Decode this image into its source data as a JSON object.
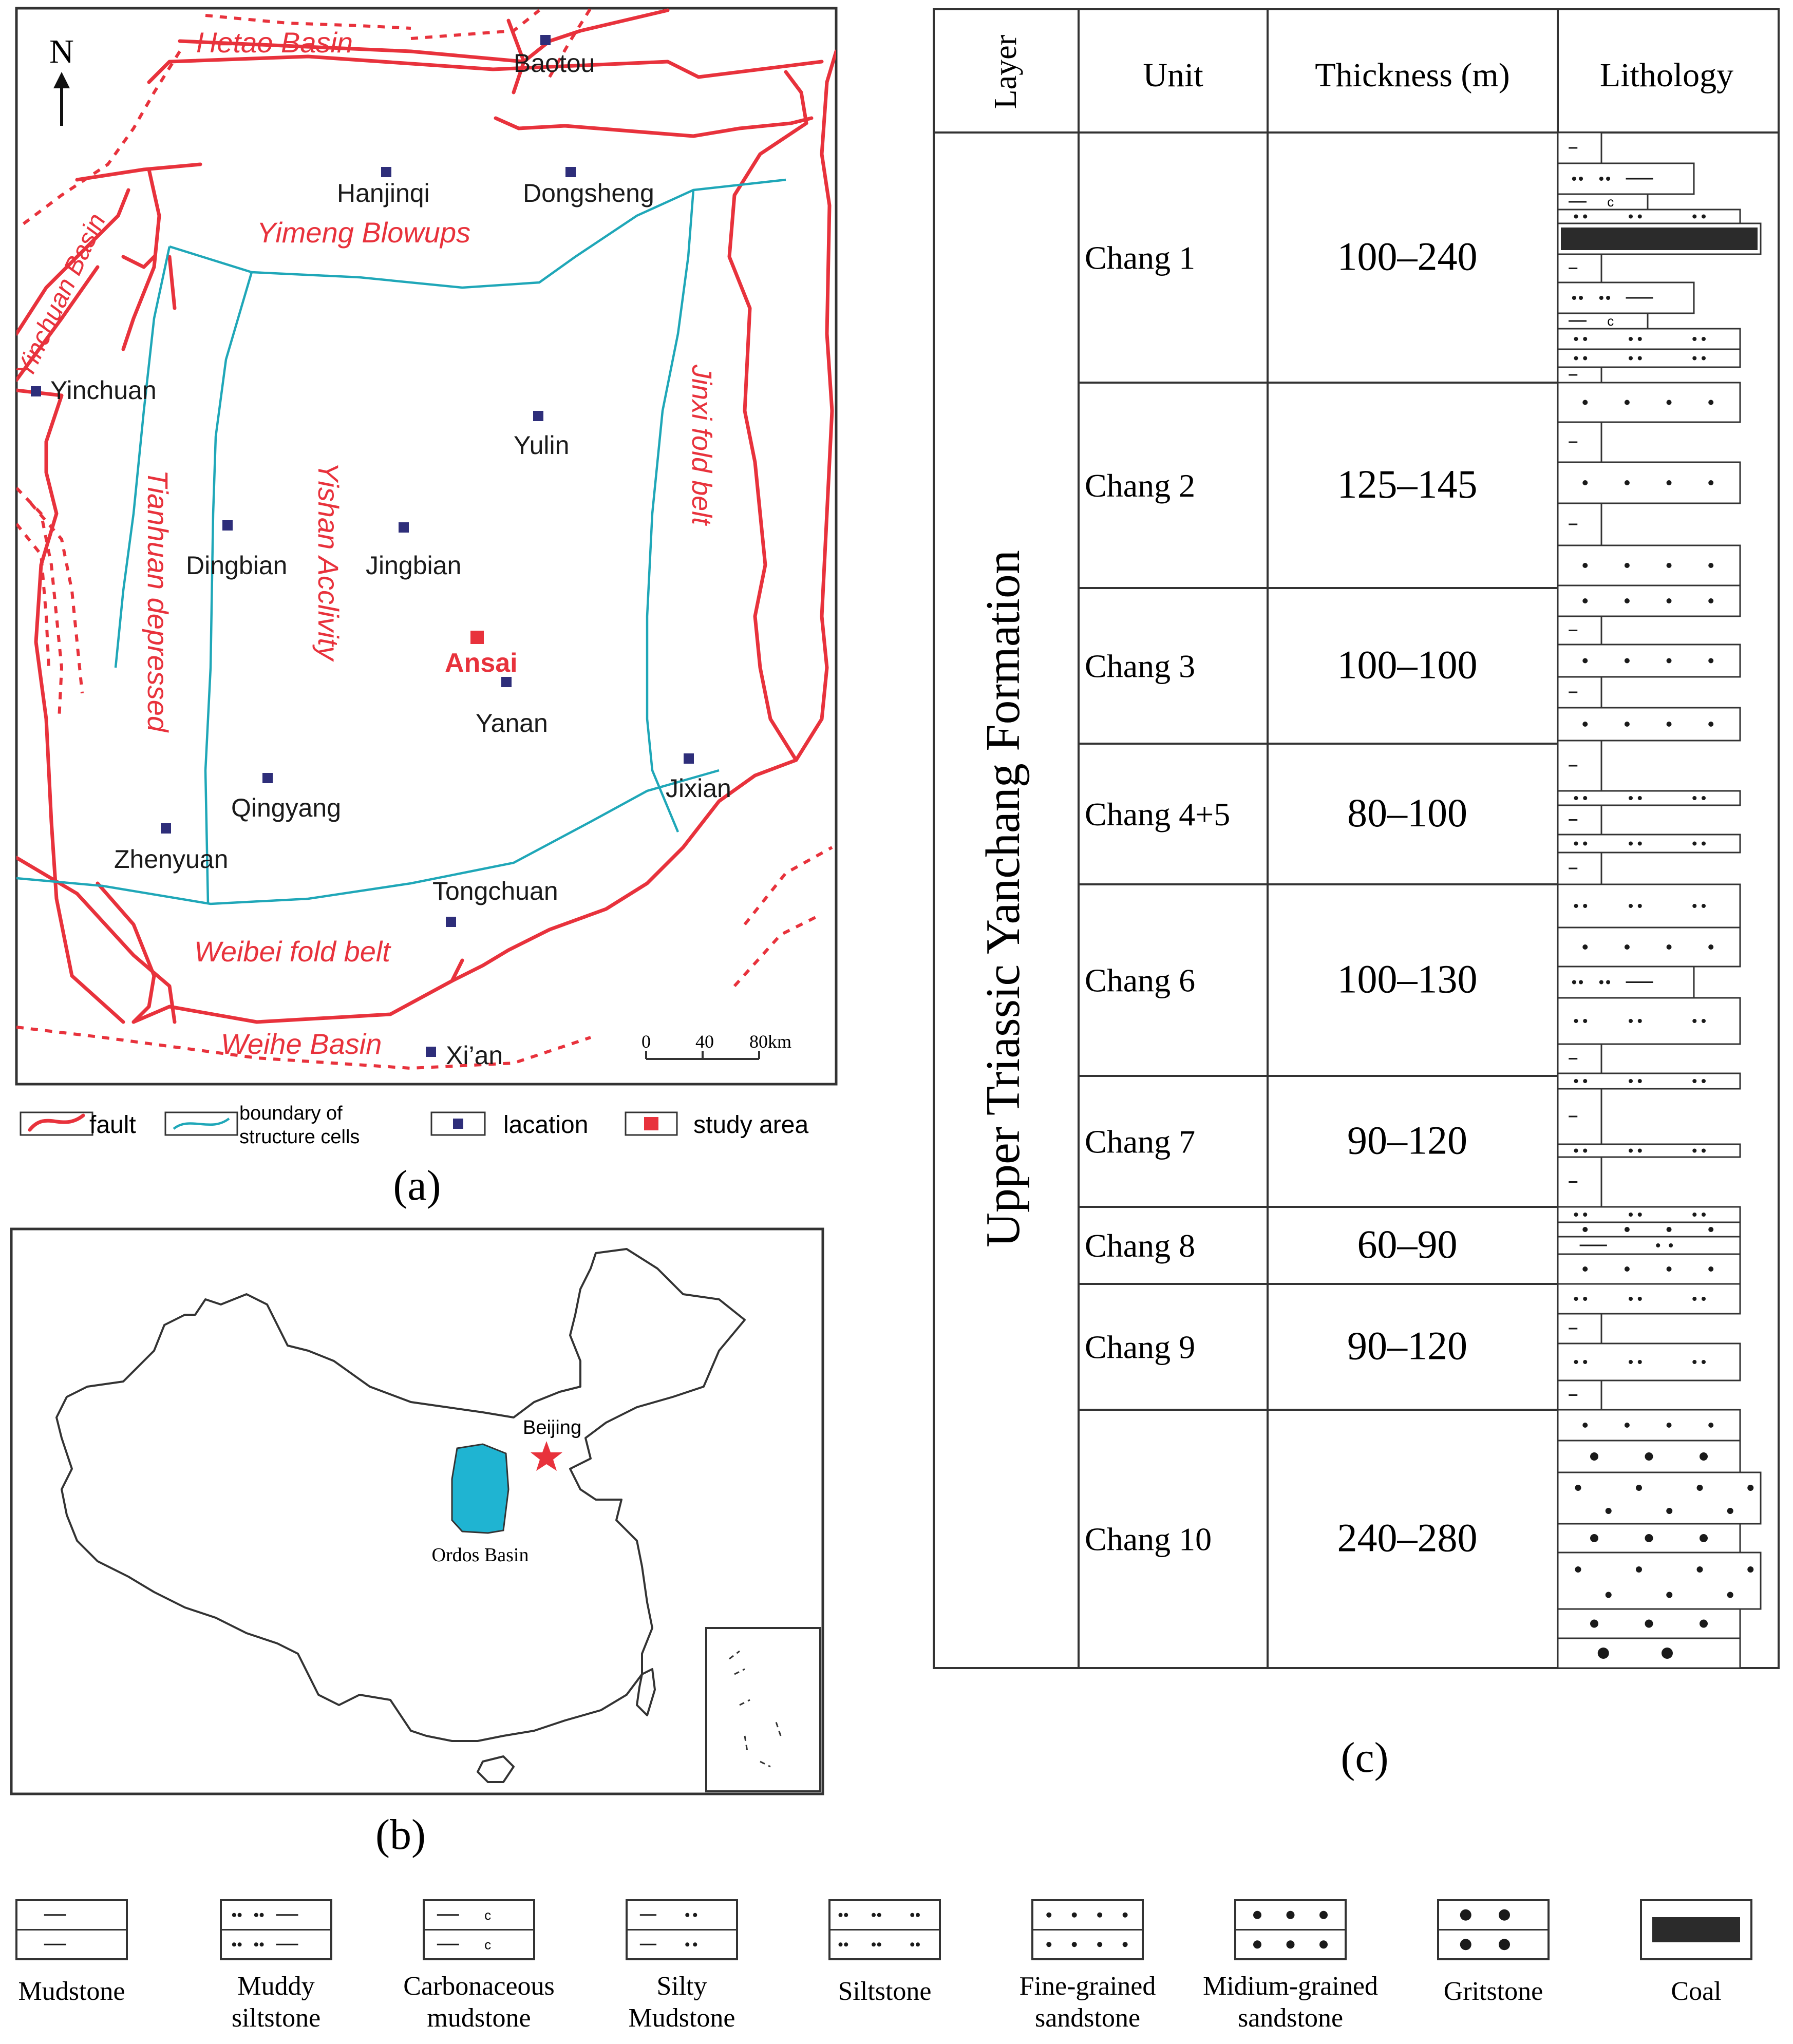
{
  "panel_a": {
    "caption": "(a)",
    "north": "N",
    "places": {
      "hetao": "Hetao Basin",
      "baotou": "Baotou",
      "hanjinqi": "Hanjinqi",
      "dongsheng": "Dongsheng",
      "yimeng": "Yimeng Blowups",
      "yinchuan_basin": "Yinchuan Basin",
      "yinchuan": "Yinchuan",
      "yulin": "Yulin",
      "jinxi": "Jinxi fold belt",
      "tianhuan": "Tianhuan depressed",
      "yishan": "Yishan Acclivity",
      "dingbian": "Dingbian",
      "jingbian": "Jingbian",
      "ansai": "Ansai",
      "yanan": "Yanan",
      "jixian": "Jixian",
      "qingyang": "Qingyang",
      "zhenyuan": "Zhenyuan",
      "tongchuan": "Tongchuan",
      "weibei": "Weibei fold belt",
      "weihe": "Weihe Basin",
      "xian": "Xi’an"
    },
    "scale": {
      "s0": "0",
      "s1": "40",
      "s2": "80km"
    },
    "legend": {
      "fault": "fault",
      "boundary_l1": "boundary of",
      "boundary_l2": "structure cells",
      "location": "lacation",
      "study": "study area"
    },
    "colors": {
      "fault": "#e8323c",
      "boundary": "#1fa7b8",
      "location": "#2e2e7a",
      "study_area": "#e8323c"
    }
  },
  "panel_b": {
    "caption": "(b)",
    "beijing": "Beijing",
    "ordos": "Ordos Basin",
    "colors": {
      "ordos_fill": "#1fb4d2",
      "beijing_star": "#e8323c"
    }
  },
  "panel_c": {
    "caption": "(c)",
    "headers": {
      "layer": "Layer",
      "unit": "Unit",
      "thickness": "Thickness (m)",
      "lithology": "Lithology"
    },
    "formation": "Upper Triassic Yanchang Formation",
    "units": [
      {
        "name": "Chang  1",
        "thickness": "100–240"
      },
      {
        "name": "Chang  2",
        "thickness": "125–145"
      },
      {
        "name": "Chang  3",
        "thickness": "100–100"
      },
      {
        "name": "Chang  4+5",
        "thickness": "80–100"
      },
      {
        "name": "Chang  6",
        "thickness": "100–130"
      },
      {
        "name": "Chang  7",
        "thickness": "90–120"
      },
      {
        "name": "Chang  8",
        "thickness": "60–90"
      },
      {
        "name": "Chang  9",
        "thickness": "90–120"
      },
      {
        "name": "Chang  10",
        "thickness": "240–280"
      }
    ],
    "carbon_mark": "c"
  },
  "lithology_legend": [
    {
      "key": "mudstone",
      "l1": "Mudstone",
      "l2": ""
    },
    {
      "key": "muddy_siltstone",
      "l1": "Muddy",
      "l2": "siltstone"
    },
    {
      "key": "carbonaceous",
      "l1": "Carbonaceous",
      "l2": "mudstone"
    },
    {
      "key": "silty_mudstone",
      "l1": "Silty",
      "l2": "Mudstone"
    },
    {
      "key": "siltstone",
      "l1": "Siltstone",
      "l2": ""
    },
    {
      "key": "fine_sandstone",
      "l1": "Fine-grained",
      "l2": "sandstone"
    },
    {
      "key": "medium_sandstone",
      "l1": "Midium-grained",
      "l2": "sandstone"
    },
    {
      "key": "gritstone",
      "l1": "Gritstone",
      "l2": ""
    },
    {
      "key": "coal",
      "l1": "Coal",
      "l2": ""
    }
  ]
}
